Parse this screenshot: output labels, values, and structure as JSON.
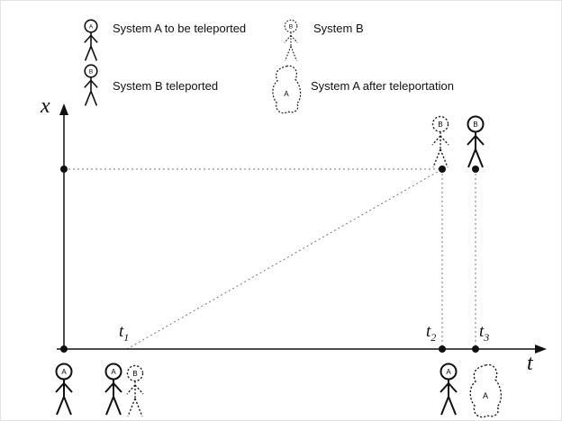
{
  "colors": {
    "ink": "#111111",
    "construction_line": "#777777",
    "background": "#ffffff"
  },
  "legend": {
    "items": [
      {
        "letter": "A",
        "style": "solid-figure",
        "label": "System A to be teleported"
      },
      {
        "letter": "B",
        "style": "dotted-figure",
        "label": "System B"
      },
      {
        "letter": "B",
        "style": "solid-figure",
        "label": "System B teleported"
      },
      {
        "letter": "A",
        "style": "dotted-blob",
        "label": "System A after teleportation"
      }
    ]
  },
  "axes": {
    "vertical_label": "x",
    "horizontal_label": "t"
  },
  "ticks": {
    "t1": {
      "base": "t",
      "sub": "1"
    },
    "t2": {
      "base": "t",
      "sub": "2"
    },
    "t3": {
      "base": "t",
      "sub": "3"
    }
  },
  "figures": {
    "top_b_dotted": {
      "letter": "B"
    },
    "top_b_solid": {
      "letter": "B"
    },
    "origin_a": {
      "letter": "A"
    },
    "t1_a": {
      "letter": "A"
    },
    "t1_b_dotted": {
      "letter": "B"
    },
    "t2_a": {
      "letter": "A"
    },
    "t3_a_blob": {
      "letter": "A"
    }
  }
}
